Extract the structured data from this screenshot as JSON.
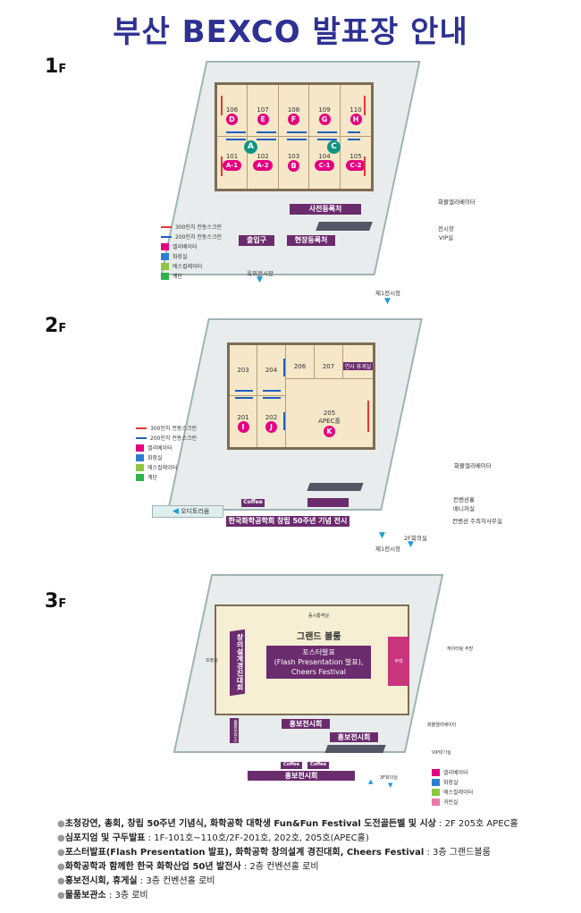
{
  "title": "부산 BEXCO 발표장 안내",
  "legend": {
    "screen300": "300인치 전동스크린",
    "screen200": "200인치 전동스크린",
    "elevator": "엘리베이터",
    "restroom": "화장실",
    "escalator": "에스컬레이터",
    "stairs": "계단",
    "vip": "귀빈실"
  },
  "f1": {
    "label": "1",
    "unit": "F",
    "rooms": [
      {
        "no": "106",
        "tag": "D"
      },
      {
        "no": "107",
        "tag": "E"
      },
      {
        "no": "108",
        "tag": "F"
      },
      {
        "no": "109",
        "tag": "G"
      },
      {
        "no": "110",
        "tag": "H"
      },
      {
        "no": "101",
        "tag": "A-1"
      },
      {
        "no": "102",
        "tag": "A-2"
      },
      {
        "no": "103",
        "tag": "B"
      },
      {
        "no": "104",
        "tag": "C-1"
      },
      {
        "no": "105",
        "tag": "C-2"
      }
    ],
    "zoneA": "A",
    "zoneC": "C",
    "pre_reg": "사전등록처",
    "entrance": "출입구",
    "onsite_reg": "현장등록처",
    "freight": "화물엘리베이터",
    "vip": "전시장 VIP실",
    "outdoor": "옥외전시장",
    "hall1": "제1전시장"
  },
  "f2": {
    "label": "2",
    "unit": "F",
    "r203": "203",
    "r204": "204",
    "r206": "206",
    "r207": "207",
    "lounge": "연사 휴게실",
    "r201": "201",
    "t201": "I",
    "r202": "202",
    "t202": "J",
    "r205": "205",
    "r205b": "APEC홀",
    "t205": "K",
    "coffee": "Coffee",
    "auditorium": "오디토리움",
    "banner": "한국화학공학회 창립 50주년 기념 전시",
    "freight": "화물엘리베이터",
    "manager": "컨벤션홀 매니저실",
    "organizer": "컨벤션 주최자사무실",
    "conf": "2F회의실",
    "hall1": "제1전시장"
  },
  "f3": {
    "label": "3",
    "unit": "F",
    "interp": "동시통역실",
    "ballroom": "그랜드 볼룸",
    "poster1": "포스터발표",
    "poster2": "(Flash Presentation 발표),",
    "poster3": "Cheers Festival",
    "design": "창의설계경진대회",
    "stage": "무대",
    "catering": "케이터링 주방",
    "control": "조정실",
    "storage": "물품보관소",
    "promo1": "홍보전시회",
    "promo2": "홍보전시회",
    "promo3": "홍보전시회",
    "coffee1": "Coffee",
    "coffee2": "Coffee",
    "freight": "화물엘리베이터",
    "vipwait": "VIP대기실",
    "conf": "3F회의실"
  },
  "notes": [
    {
      "head": "초청강연, 총회, 창립 50주년 기념식, 화학공학 대학생 Fun&Fun Festival 도전골든벨 및 시상",
      "val": " : 2F 205호 APEC홀"
    },
    {
      "head": "심포지엄 및 구두발표",
      "val": " : 1F-101호~110호/2F-201호, 202호, 205호(APEC홀)"
    },
    {
      "head": "포스터발표(Flash Presentation 발표), 화학공학 창의설계 경진대회, Cheers Festival",
      "val": " : 3층 그랜드볼룸"
    },
    {
      "head": "화학공학과 함께한 한국 화학산업 50년 발전사",
      "val": " : 2층 컨벤션홀 로비"
    },
    {
      "head": "홍보전시회, 휴게실",
      "val": " : 3층 컨벤션홀 로비"
    },
    {
      "head": "물품보관소",
      "val": " : 3층 로비"
    }
  ],
  "colors": {
    "title": "#2e3192",
    "magenta": "#e4007f",
    "purple": "#6b2c6e",
    "teal": "#0e9384"
  }
}
